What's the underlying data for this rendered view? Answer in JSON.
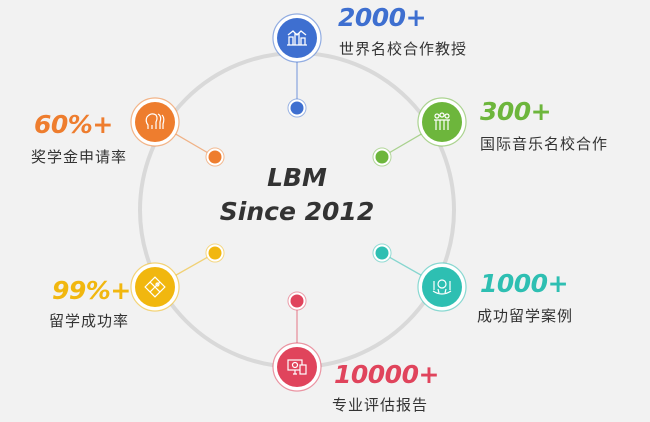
{
  "center": {
    "line1": "LBM",
    "line2": "Since 2012"
  },
  "items": [
    {
      "value": "2000+",
      "label": "世界名校合作教授",
      "color": "#3e6fd0",
      "icon": "chart-buildings-icon"
    },
    {
      "value": "300+",
      "label": "国际音乐名校合作",
      "color": "#6db63c",
      "icon": "people-group-icon"
    },
    {
      "value": "1000+",
      "label": "成功留学案例",
      "color": "#2ebfb2",
      "icon": "trophy-icon"
    },
    {
      "value": "10000+",
      "label": "专业评估报告",
      "color": "#e0445c",
      "icon": "computer-report-icon"
    },
    {
      "value": "99%+",
      "label": "留学成功率",
      "color": "#f1b70f",
      "icon": "puzzle-icon"
    },
    {
      "value": "60%+",
      "label": "奖学金申请率",
      "color": "#ee7d2e",
      "icon": "heads-icon"
    }
  ]
}
